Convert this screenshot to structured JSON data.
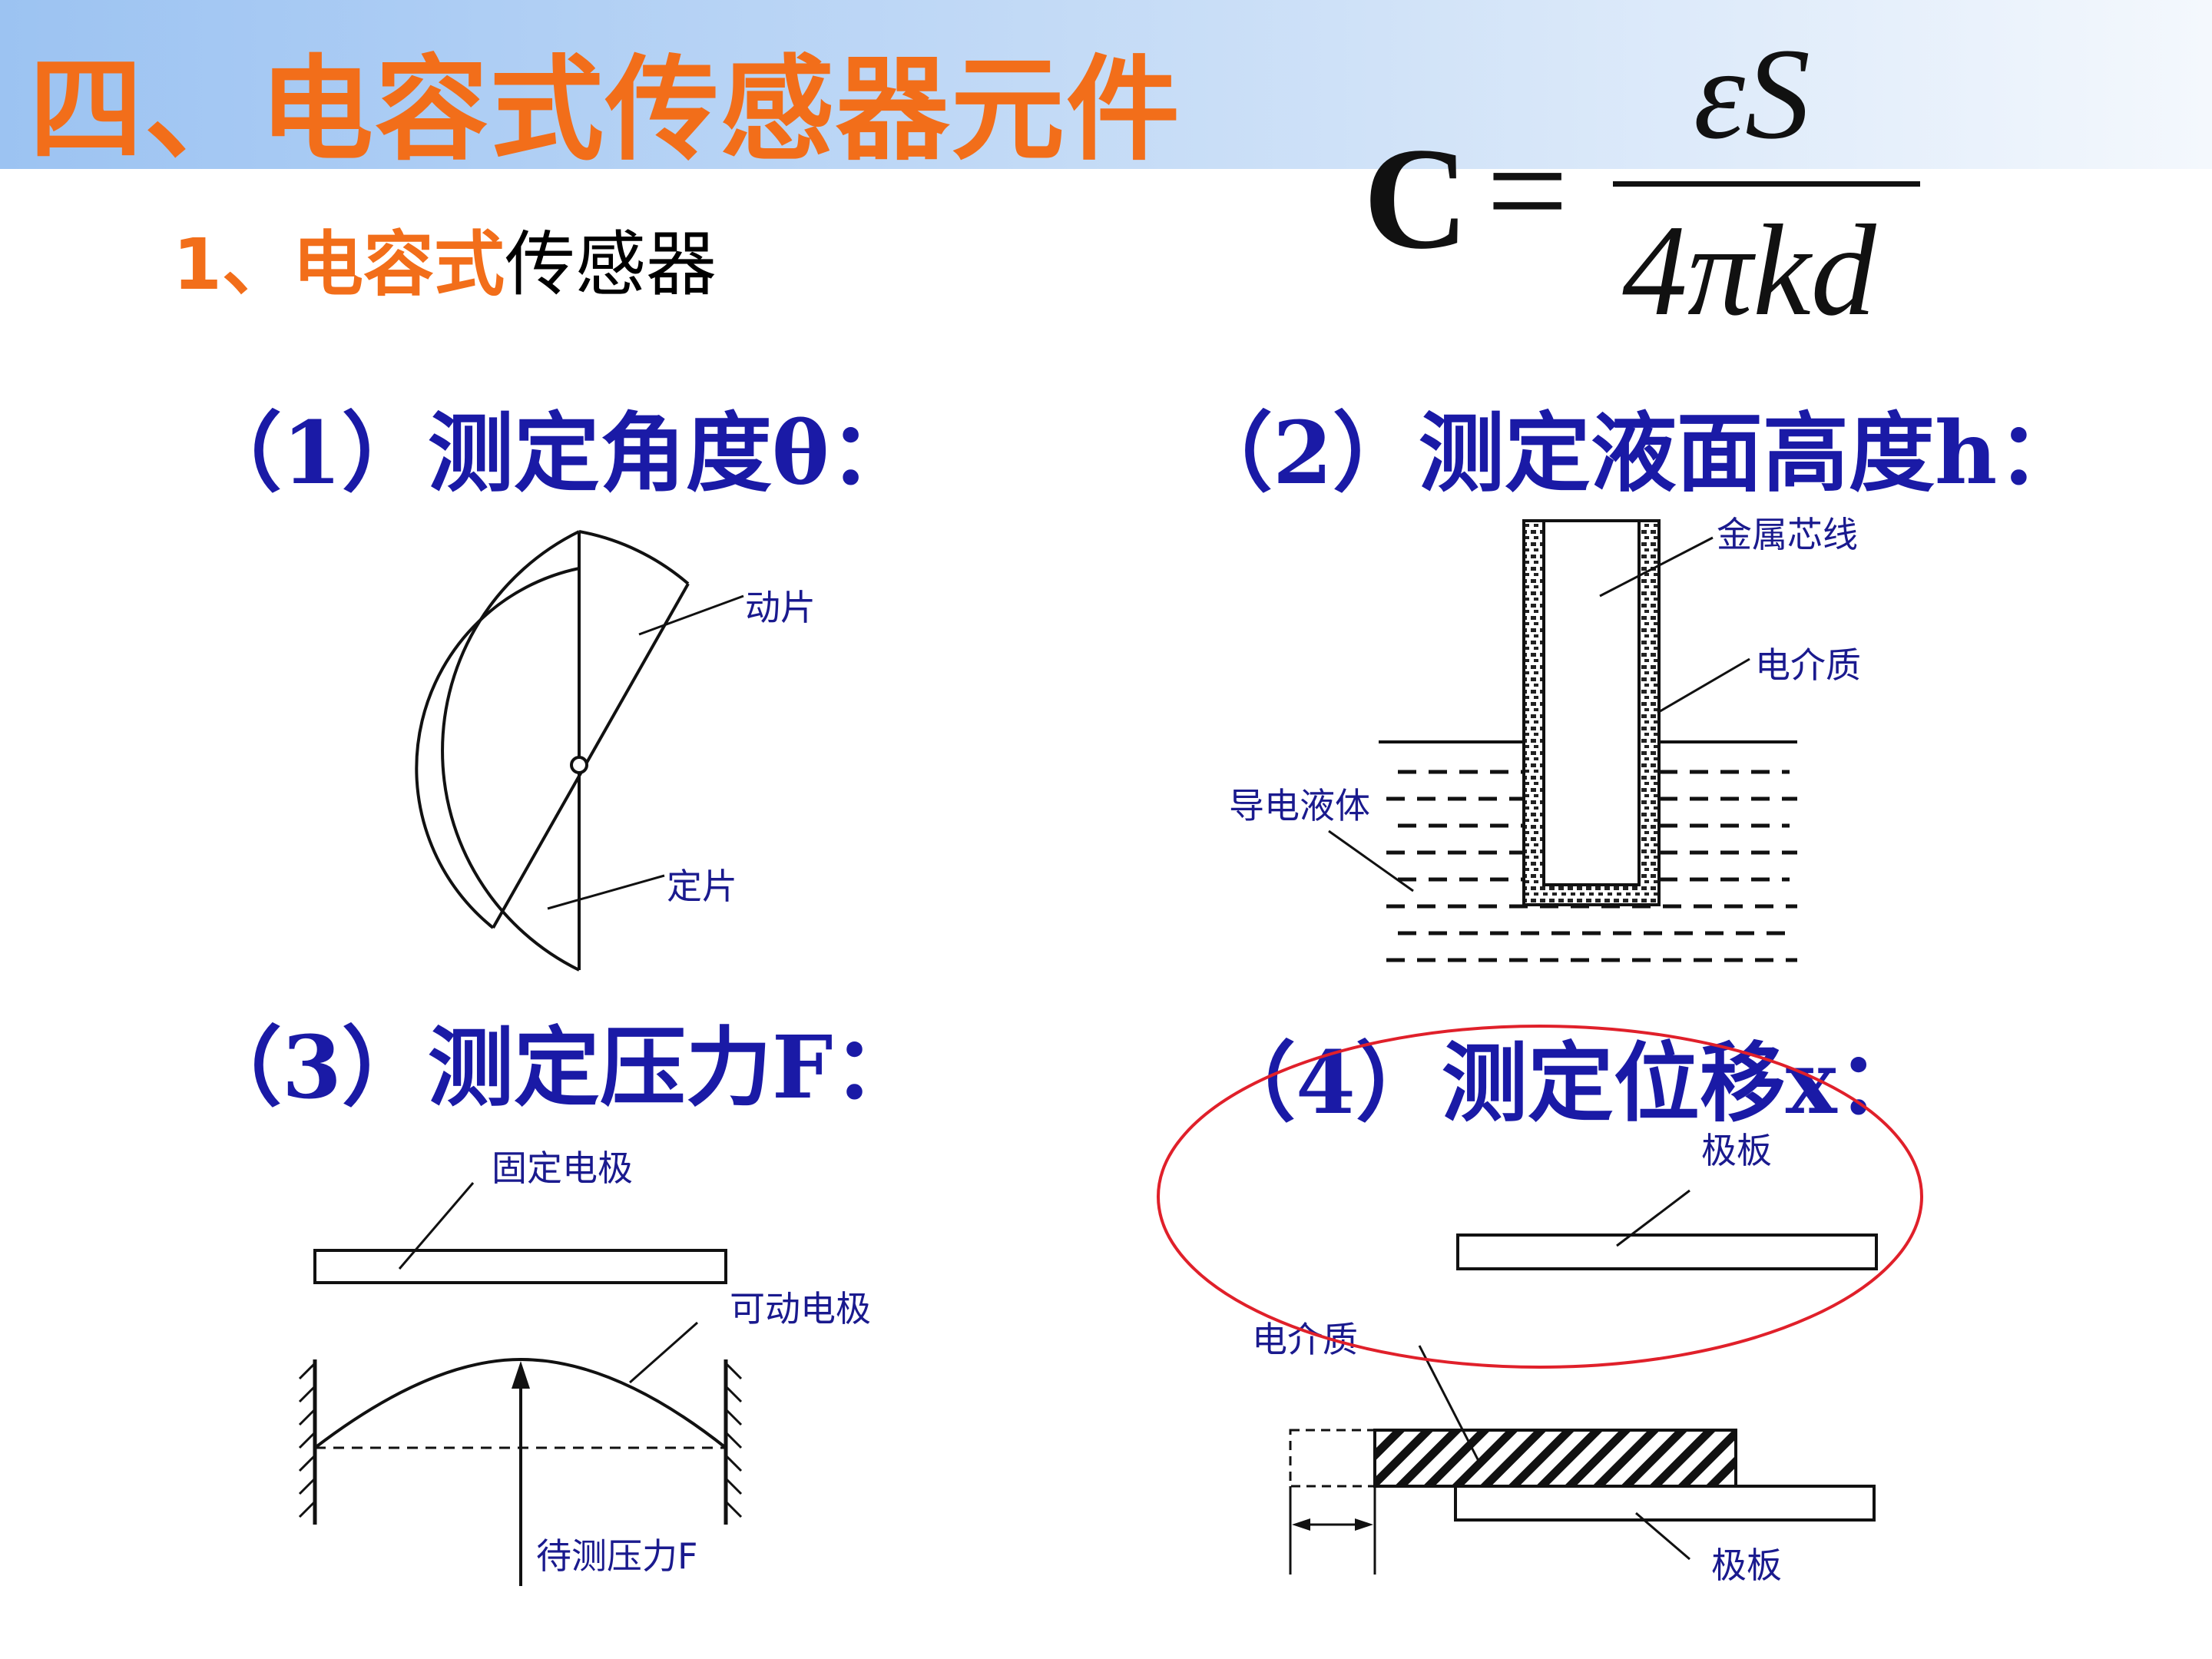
{
  "slide": {
    "title": "四、电容式传感器元件",
    "subtitle": {
      "prefix": "1、电容式",
      "suffix": "传感器"
    },
    "formula": {
      "lhs": "C",
      "eq": "=",
      "numerator": "εS",
      "denominator": "4πkd"
    }
  },
  "sections": [
    {
      "heading": "（1）测定角度θ：",
      "labels": {
        "moving": "动片",
        "fixed": "定片"
      }
    },
    {
      "heading": "（2）测定液面高度h：",
      "labels": {
        "core": "金属芯线",
        "dielectric": "电介质",
        "liquid": "导电液体"
      }
    },
    {
      "heading": "（3）测定压力F：",
      "labels": {
        "fixed_electrode": "固定电极",
        "movable_electrode": "可动电极",
        "force": "待测压力F"
      }
    },
    {
      "heading": "（4）测定位移x：",
      "labels": {
        "top_plate": "极板",
        "dielectric": "电介质",
        "bottom_plate": "极板"
      }
    }
  ],
  "colors": {
    "title": "#f26e1a",
    "heading": "#1a1aa6",
    "label": "#1a1a8e",
    "highlight_ellipse": "#e0202a",
    "banner": "#9cc3f2"
  }
}
